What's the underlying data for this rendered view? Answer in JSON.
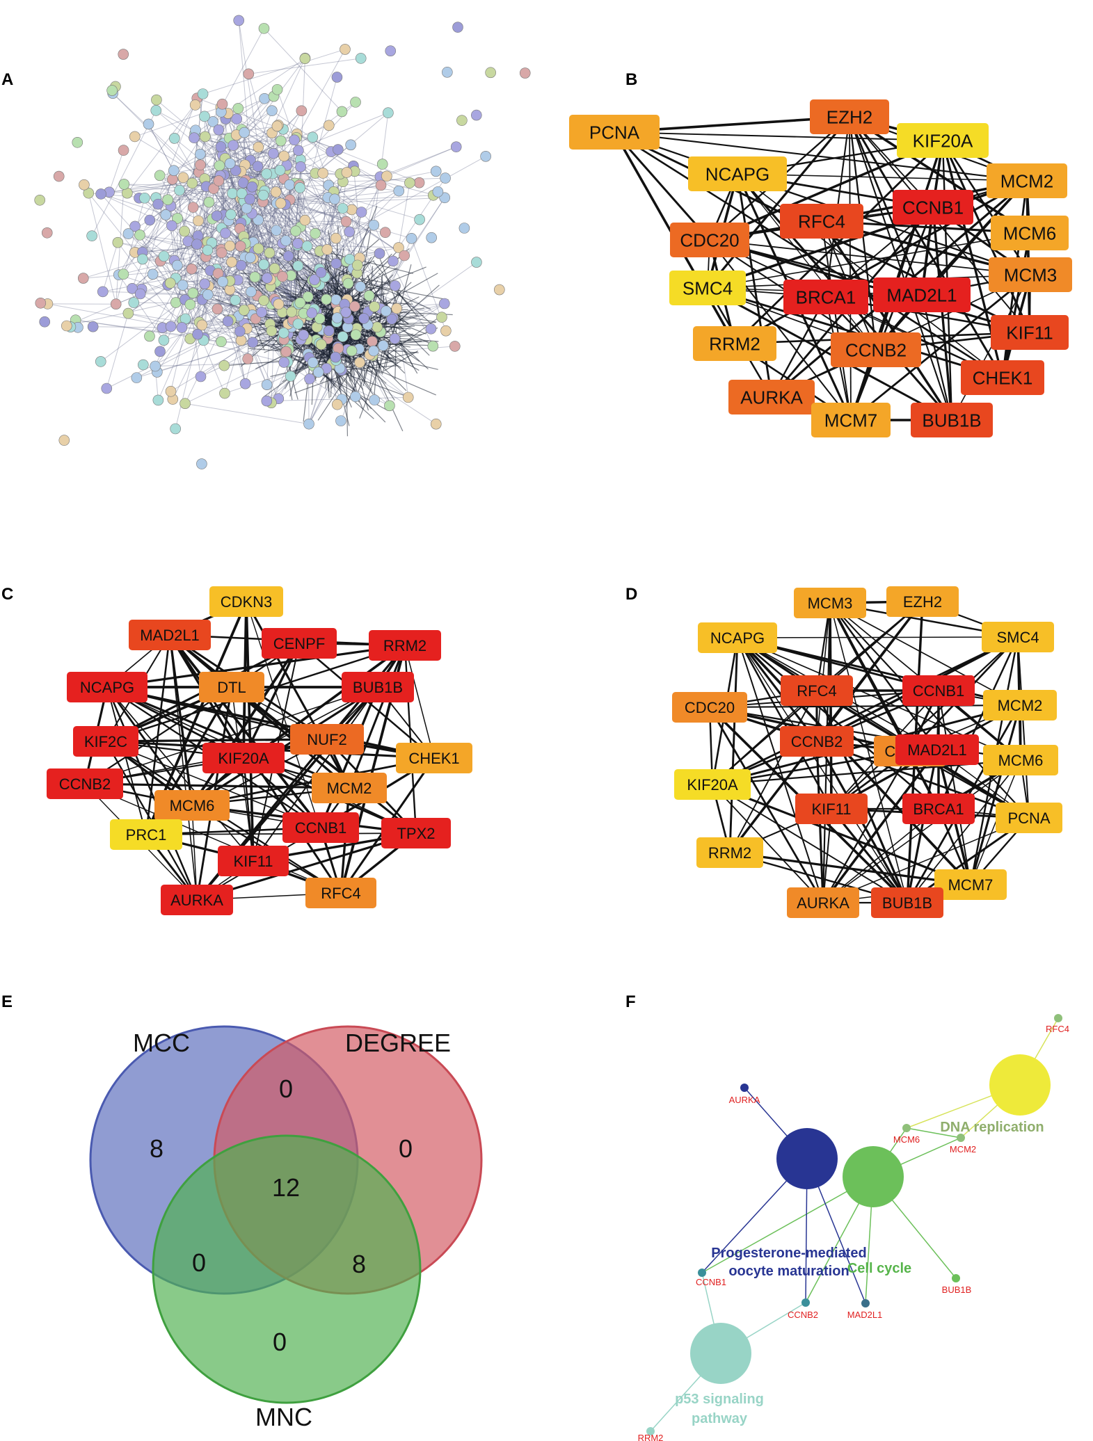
{
  "panels": [
    "A",
    "B",
    "C",
    "D",
    "E",
    "F"
  ],
  "colors": {
    "red": "#e5211f",
    "red_orange": "#e8471f",
    "orange_red": "#ec6a23",
    "orange": "#f08a28",
    "light_orange": "#f4a628",
    "amber": "#f7bf27",
    "yellow": "#f5dc26",
    "edge": "#111111",
    "mcc": "#5b6dbd",
    "degree": "#d35a63",
    "mnc": "#51b151"
  },
  "panel_b": {
    "nodes": [
      {
        "label": "PCNA",
        "color": "light_orange"
      },
      {
        "label": "EZH2",
        "color": "orange_red"
      },
      {
        "label": "KIF20A",
        "color": "yellow"
      },
      {
        "label": "NCAPG",
        "color": "amber"
      },
      {
        "label": "MCM2",
        "color": "light_orange"
      },
      {
        "label": "RFC4",
        "color": "red_orange"
      },
      {
        "label": "CCNB1",
        "color": "red"
      },
      {
        "label": "CDC20",
        "color": "orange_red"
      },
      {
        "label": "MCM6",
        "color": "light_orange"
      },
      {
        "label": "SMC4",
        "color": "yellow"
      },
      {
        "label": "MCM3",
        "color": "orange"
      },
      {
        "label": "BRCA1",
        "color": "red"
      },
      {
        "label": "MAD2L1",
        "color": "red"
      },
      {
        "label": "KIF11",
        "color": "red_orange"
      },
      {
        "label": "RRM2",
        "color": "light_orange"
      },
      {
        "label": "CCNB2",
        "color": "orange_red"
      },
      {
        "label": "CHEK1",
        "color": "red_orange"
      },
      {
        "label": "AURKA",
        "color": "orange_red"
      },
      {
        "label": "MCM7",
        "color": "light_orange"
      },
      {
        "label": "BUB1B",
        "color": "red_orange"
      }
    ]
  },
  "panel_c": {
    "nodes": [
      {
        "label": "CDKN3",
        "color": "amber"
      },
      {
        "label": "MAD2L1",
        "color": "red_orange"
      },
      {
        "label": "CENPF",
        "color": "red"
      },
      {
        "label": "RRM2",
        "color": "red"
      },
      {
        "label": "NCAPG",
        "color": "red"
      },
      {
        "label": "DTL",
        "color": "orange"
      },
      {
        "label": "BUB1B",
        "color": "red"
      },
      {
        "label": "NUF2",
        "color": "orange_red"
      },
      {
        "label": "KIF2C",
        "color": "red"
      },
      {
        "label": "KIF20A",
        "color": "red"
      },
      {
        "label": "CHEK1",
        "color": "light_orange"
      },
      {
        "label": "CCNB2",
        "color": "red"
      },
      {
        "label": "MCM2",
        "color": "orange"
      },
      {
        "label": "MCM6",
        "color": "orange"
      },
      {
        "label": "CCNB1",
        "color": "red"
      },
      {
        "label": "PRC1",
        "color": "yellow"
      },
      {
        "label": "TPX2",
        "color": "red"
      },
      {
        "label": "KIF11",
        "color": "red"
      },
      {
        "label": "AURKA",
        "color": "red"
      },
      {
        "label": "RFC4",
        "color": "orange"
      }
    ]
  },
  "panel_d": {
    "nodes": [
      {
        "label": "MCM3",
        "color": "light_orange"
      },
      {
        "label": "EZH2",
        "color": "light_orange"
      },
      {
        "label": "NCAPG",
        "color": "amber"
      },
      {
        "label": "SMC4",
        "color": "amber"
      },
      {
        "label": "RFC4",
        "color": "red_orange"
      },
      {
        "label": "CCNB1",
        "color": "red"
      },
      {
        "label": "CDC20",
        "color": "orange"
      },
      {
        "label": "MCM2",
        "color": "amber"
      },
      {
        "label": "CCNB2",
        "color": "red_orange"
      },
      {
        "label": "CHEK1",
        "color": "orange"
      },
      {
        "label": "MAD2L1",
        "color": "red"
      },
      {
        "label": "MCM6",
        "color": "amber"
      },
      {
        "label": "KIF20A",
        "color": "yellow"
      },
      {
        "label": "KIF11",
        "color": "red_orange"
      },
      {
        "label": "BRCA1",
        "color": "red"
      },
      {
        "label": "PCNA",
        "color": "amber"
      },
      {
        "label": "RRM2",
        "color": "amber"
      },
      {
        "label": "MCM7",
        "color": "amber"
      },
      {
        "label": "AURKA",
        "color": "orange"
      },
      {
        "label": "BUB1B",
        "color": "red_orange"
      }
    ]
  },
  "venn": {
    "sets": [
      "MCC",
      "DEGREE",
      "MNC"
    ],
    "regions": [
      {
        "sets": [
          "MCC"
        ],
        "value": 8
      },
      {
        "sets": [
          "DEGREE"
        ],
        "value": 0
      },
      {
        "sets": [
          "MNC"
        ],
        "value": 0
      },
      {
        "sets": [
          "MCC",
          "DEGREE"
        ],
        "value": 0
      },
      {
        "sets": [
          "MCC",
          "MNC"
        ],
        "value": 0
      },
      {
        "sets": [
          "DEGREE",
          "MNC"
        ],
        "value": 8
      },
      {
        "sets": [
          "MCC",
          "DEGREE",
          "MNC"
        ],
        "value": 12
      }
    ]
  },
  "pathway_network": {
    "terms": [
      {
        "label": "DNA replication",
        "color": "#eeea3a",
        "text_color": "#8fae6c"
      },
      {
        "label": "Progesterone-mediated oocyte maturation",
        "line1": "Progesterone-mediated",
        "line2": "oocyte maturation",
        "color": "#283593",
        "text_color": "#283593"
      },
      {
        "label": "Cell cycle",
        "color": "#6cc05a",
        "text_color": "#56b44a"
      },
      {
        "label": "p53 signaling pathway",
        "line1": "p53 signaling",
        "line2": "pathway",
        "color": "#98d4c6",
        "text_color": "#98d4c6"
      }
    ],
    "genes": [
      "RFC4",
      "MCM6",
      "MCM2",
      "AURKA",
      "CCNB1",
      "CCNB2",
      "MAD2L1",
      "BUB1B",
      "RRM2"
    ],
    "gene_text_color": "#e02020"
  }
}
